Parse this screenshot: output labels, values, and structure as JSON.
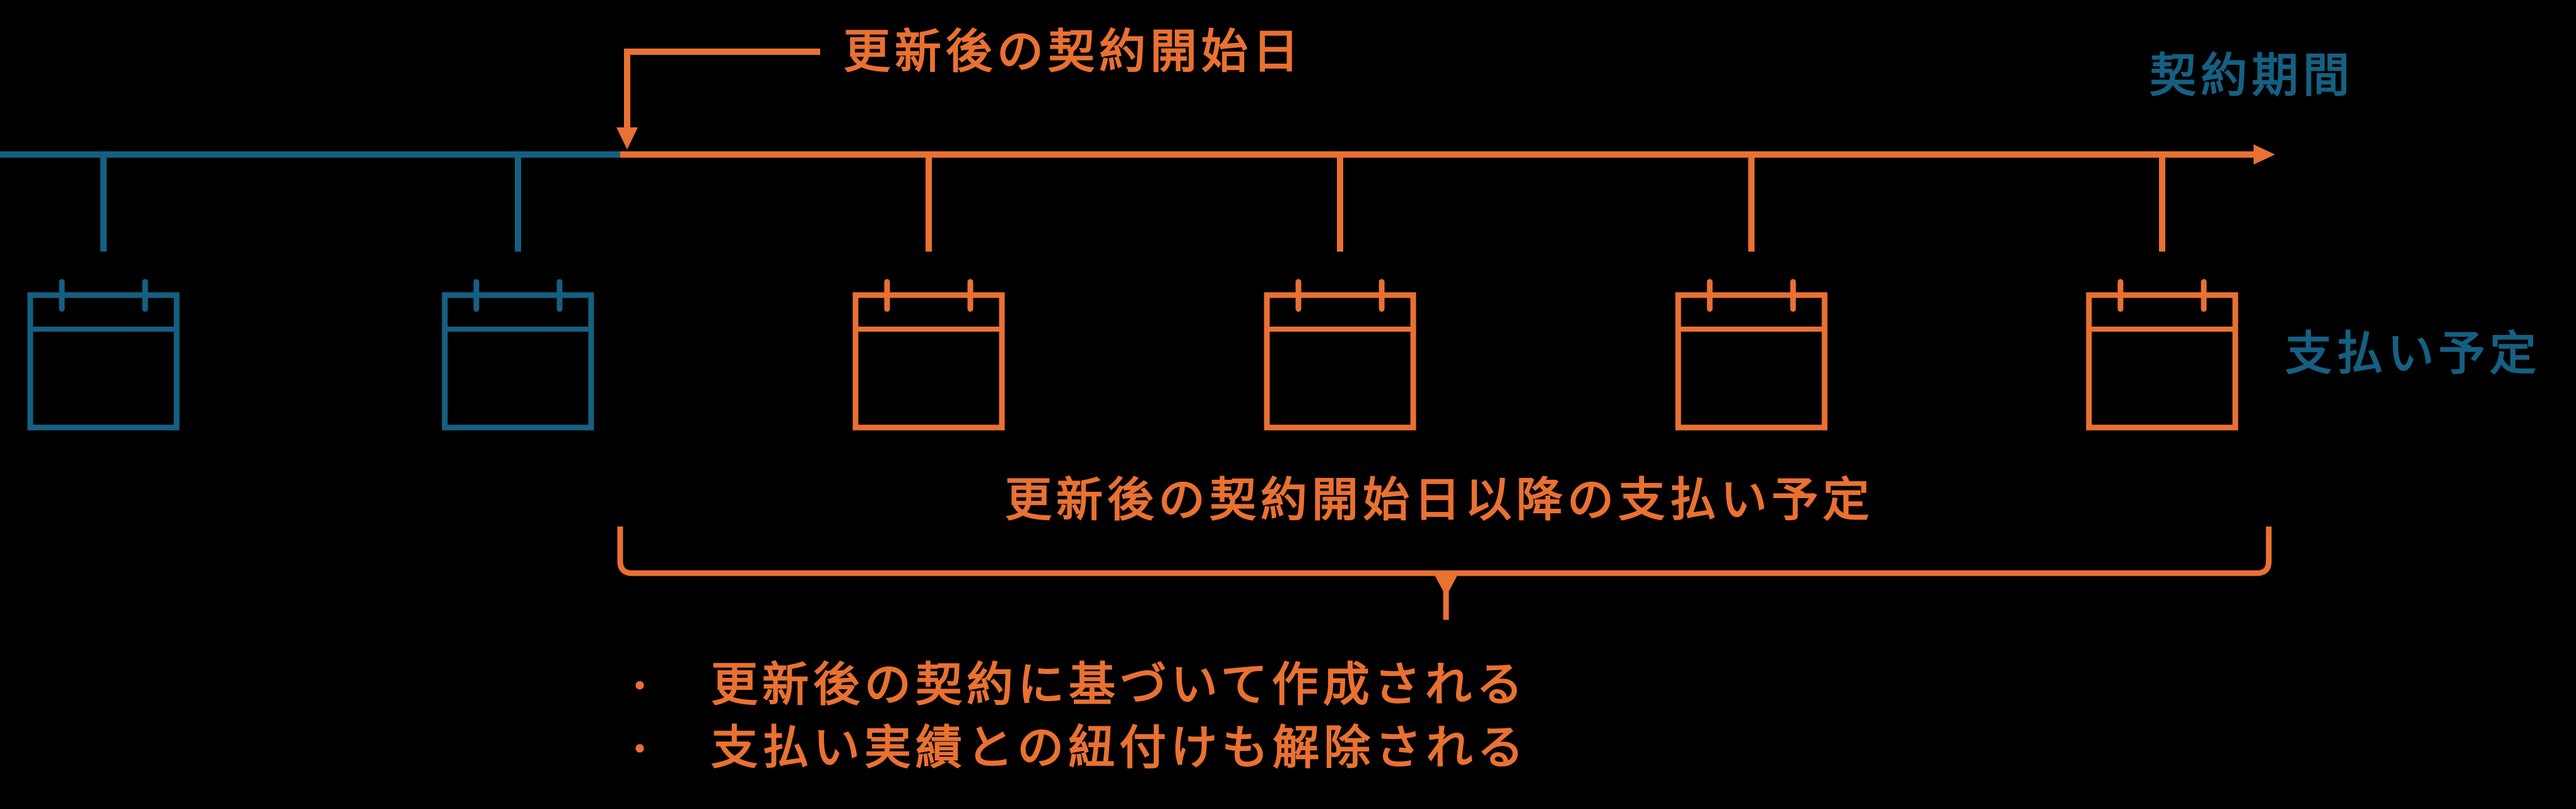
{
  "colors": {
    "teal": "#156082",
    "orange": "#E97132",
    "background": "#000000"
  },
  "annotations": {
    "renewal_start_label": "更新後の契約開始日",
    "contract_period_label": "契約期間",
    "payment_schedule_label": "支払い予定",
    "post_renewal_payments_label": "更新後の契約開始日以降の支払い予定",
    "bullets": [
      {
        "marker": "•",
        "text": "更新後の契約に基づいて作成される"
      },
      {
        "marker": "•",
        "text": "支払い実績との紐付けも解除される"
      }
    ]
  },
  "timeline": {
    "segments": [
      {
        "name": "before-renewal",
        "color_key": "teal"
      },
      {
        "name": "after-renewal",
        "color_key": "orange"
      }
    ],
    "payment_markers": [
      {
        "phase": "before-renewal",
        "color_key": "teal"
      },
      {
        "phase": "before-renewal",
        "color_key": "teal"
      },
      {
        "phase": "after-renewal",
        "color_key": "orange"
      },
      {
        "phase": "after-renewal",
        "color_key": "orange"
      },
      {
        "phase": "after-renewal",
        "color_key": "orange"
      },
      {
        "phase": "after-renewal",
        "color_key": "orange"
      }
    ]
  }
}
